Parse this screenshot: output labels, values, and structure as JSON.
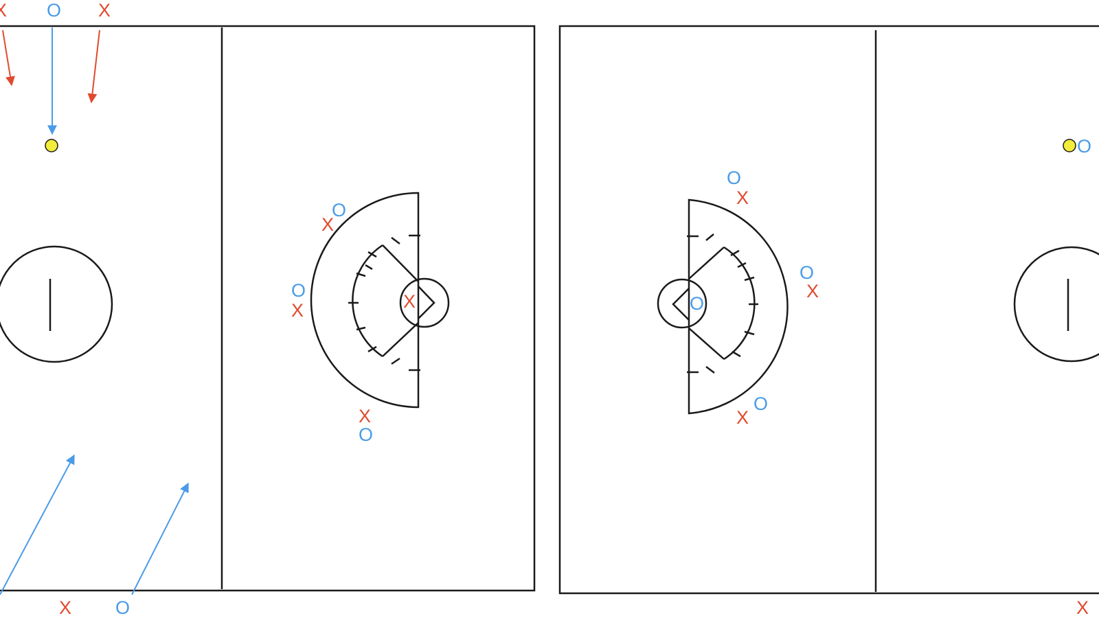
{
  "legend": {
    "x_symbol": "X",
    "o_symbol": "O"
  },
  "colors": {
    "lines": "#1a1a1a",
    "x_team": "#e04a2e",
    "o_team": "#4a9be8",
    "ball": "#f2ec3b",
    "background": "#ffffff"
  },
  "fields": [
    {
      "name": "left-field",
      "players": [
        {
          "team": "x",
          "label": "X",
          "role": "top-left attacker"
        },
        {
          "team": "o",
          "label": "O",
          "role": "top midfielder"
        },
        {
          "team": "x",
          "label": "X",
          "role": "top defender"
        },
        {
          "team": "o",
          "label": "O",
          "role": "crease top"
        },
        {
          "team": "x",
          "label": "X",
          "role": "crease top defender"
        },
        {
          "team": "o",
          "label": "O",
          "role": "crease wing"
        },
        {
          "team": "x",
          "label": "X",
          "role": "crease wing defender"
        },
        {
          "team": "x",
          "label": "X",
          "role": "goalie"
        },
        {
          "team": "x",
          "label": "X",
          "role": "crease bottom defender"
        },
        {
          "team": "o",
          "label": "O",
          "role": "crease bottom"
        },
        {
          "team": "x",
          "label": "X",
          "role": "bottom defender"
        },
        {
          "team": "o",
          "label": "O",
          "role": "bottom midfielder"
        }
      ],
      "ball_holder": "top midfielder"
    },
    {
      "name": "right-field",
      "players": [
        {
          "team": "o",
          "label": "O",
          "role": "crease top"
        },
        {
          "team": "x",
          "label": "X",
          "role": "crease top defender"
        },
        {
          "team": "o",
          "label": "O",
          "role": "crease wing"
        },
        {
          "team": "x",
          "label": "X",
          "role": "crease wing defender"
        },
        {
          "team": "o",
          "label": "O",
          "role": "goalie"
        },
        {
          "team": "o",
          "label": "O",
          "role": "crease bottom"
        },
        {
          "team": "x",
          "label": "X",
          "role": "crease bottom defender"
        },
        {
          "team": "o",
          "label": "O",
          "role": "top-right midfielder"
        },
        {
          "team": "x",
          "label": "X",
          "role": "bottom-right defender"
        }
      ],
      "ball_holder": "top-right midfielder"
    }
  ]
}
